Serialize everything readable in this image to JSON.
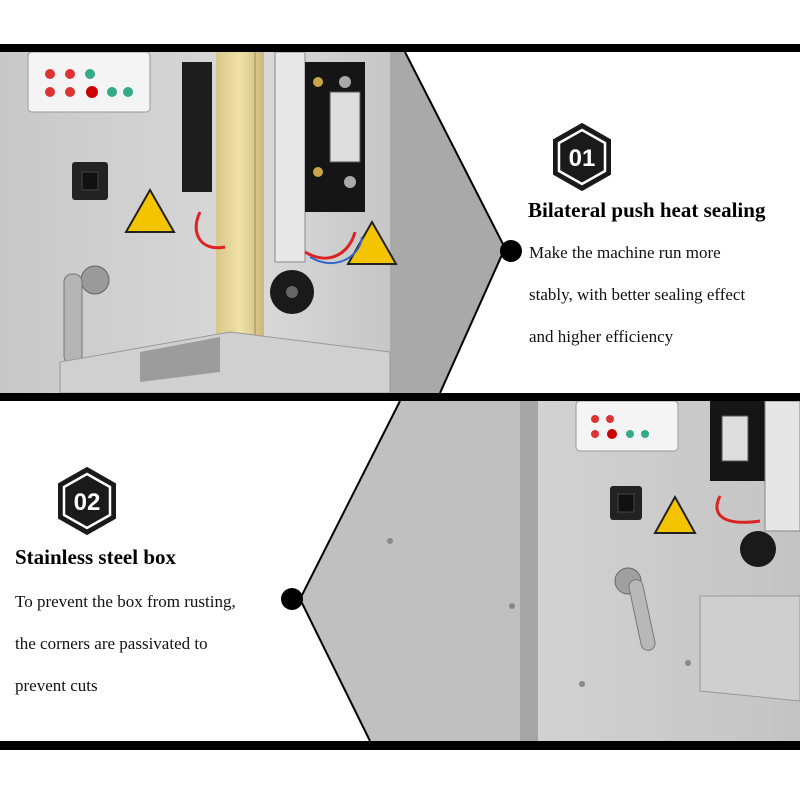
{
  "sections": [
    {
      "badge": "01",
      "title": "Bilateral push heat sealing",
      "lines": [
        "Make the machine run more",
        "stably, with better sealing effect",
        "and higher efficiency"
      ],
      "photo_subject": "sealing-mechanism"
    },
    {
      "badge": "02",
      "title": "Stainless steel box",
      "lines": [
        "To prevent the box from rusting,",
        "the corners are passivated to",
        "prevent cuts"
      ],
      "photo_subject": "steel-box"
    }
  ],
  "colors": {
    "badge_fill": "#1a1a1a",
    "badge_border": "#ffffff",
    "divider": "#000000",
    "steel": "#bdbdbd",
    "warning_yellow": "#f5c400"
  }
}
